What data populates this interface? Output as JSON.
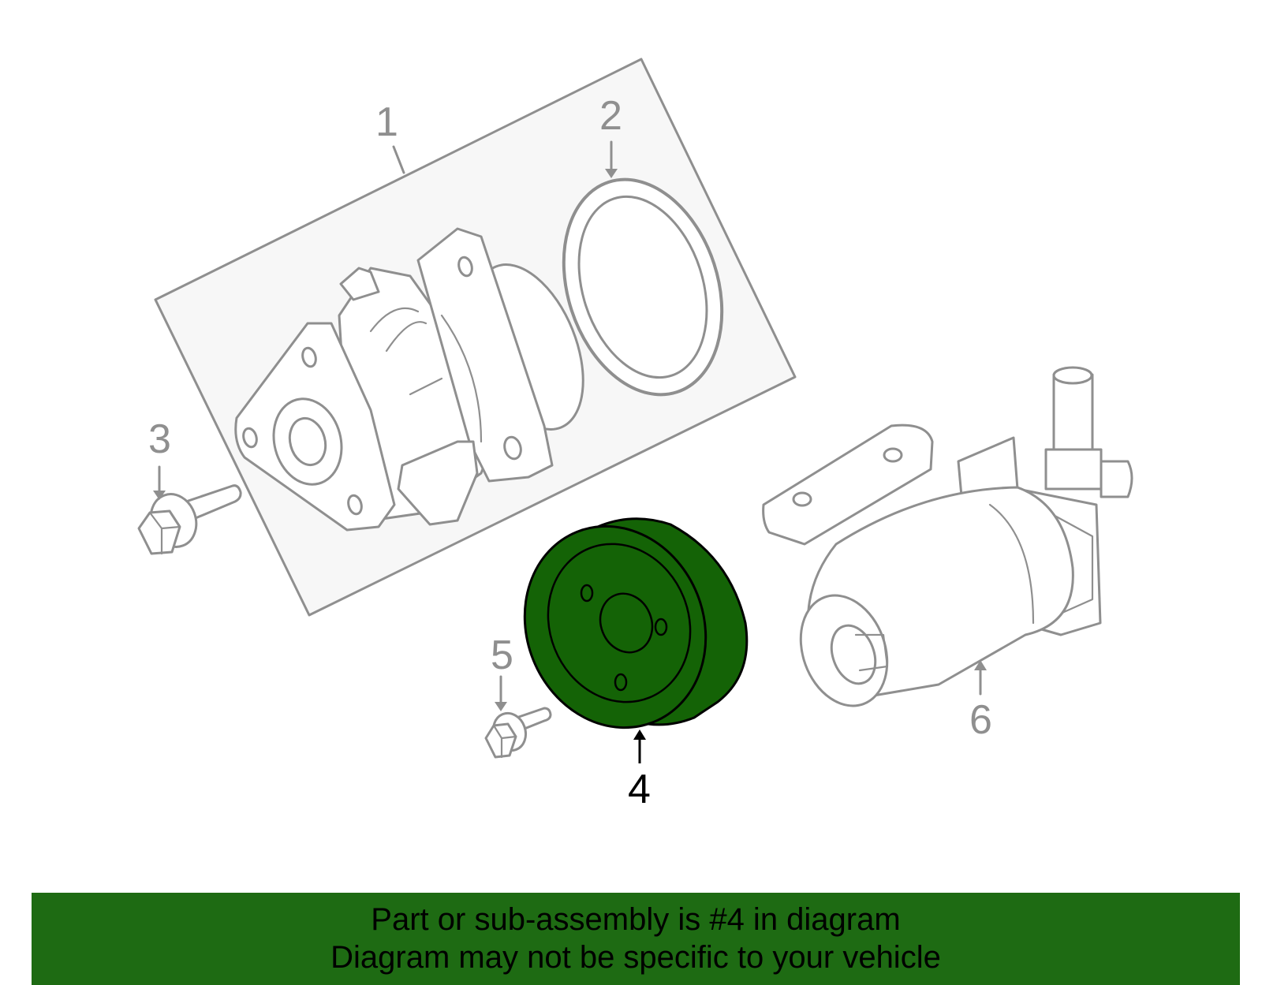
{
  "diagram": {
    "callouts": [
      {
        "id": "1",
        "text": "1",
        "active": false
      },
      {
        "id": "2",
        "text": "2",
        "active": false
      },
      {
        "id": "3",
        "text": "3",
        "active": false
      },
      {
        "id": "4",
        "text": "4",
        "active": true
      },
      {
        "id": "5",
        "text": "5",
        "active": false
      },
      {
        "id": "6",
        "text": "6",
        "active": false
      }
    ],
    "colors": {
      "highlight_fill": "#146306",
      "line_gray": "#8f8f8f",
      "panel_fill": "#f7f7f7",
      "banner_bg": "#1e6b13"
    },
    "parts_icons": {
      "1": "water-pump-assembly",
      "2": "gasket",
      "3": "bolt",
      "4": "pulley",
      "5": "bolt",
      "6": "electric-water-pump"
    }
  },
  "banner": {
    "line1": "Part or sub-assembly is #4 in diagram",
    "line2": "Diagram may not be specific to your vehicle"
  }
}
